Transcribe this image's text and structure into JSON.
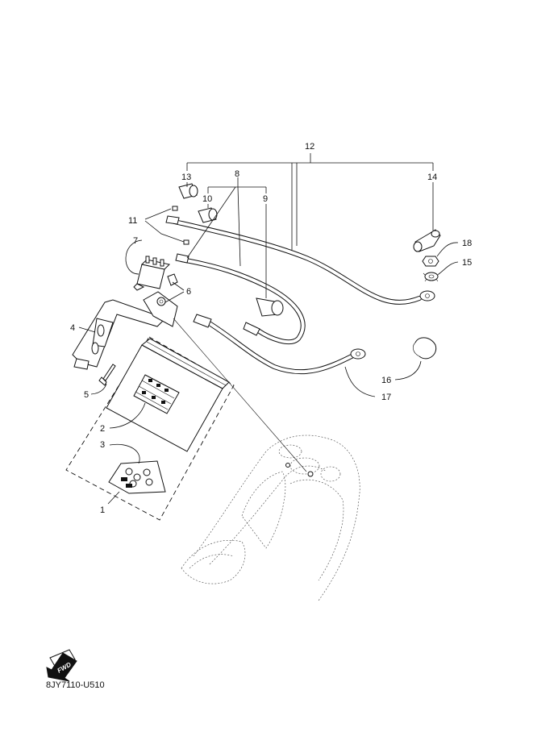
{
  "callouts": [
    {
      "num": "1"
    },
    {
      "num": "2"
    },
    {
      "num": "3"
    },
    {
      "num": "4"
    },
    {
      "num": "5"
    },
    {
      "num": "6"
    },
    {
      "num": "7"
    },
    {
      "num": "8"
    },
    {
      "num": "9"
    },
    {
      "num": "10"
    },
    {
      "num": "11"
    },
    {
      "num": "12"
    },
    {
      "num": "13"
    },
    {
      "num": "14"
    },
    {
      "num": "15"
    },
    {
      "num": "16"
    },
    {
      "num": "17"
    },
    {
      "num": "18"
    }
  ],
  "fwd_badge": {
    "label": "FWD"
  },
  "diagram_code": "8JY7110-U510"
}
